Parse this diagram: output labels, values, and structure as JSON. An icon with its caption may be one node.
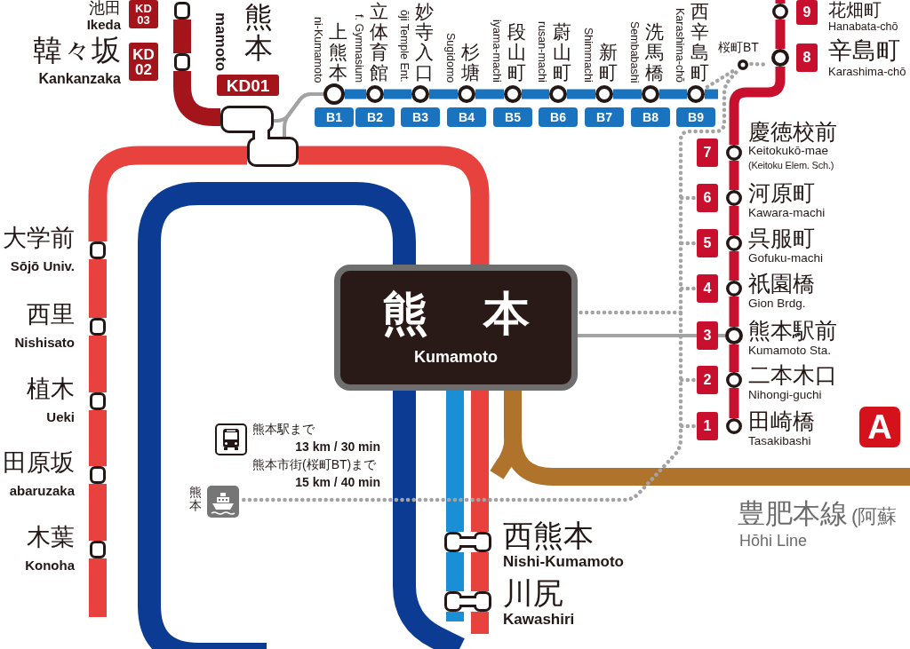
{
  "diagram": {
    "nodes": [
      {
        "text": [],
        "shape": "box",
        "beside": [
          "池田",
          "Ikeda"
        ]
      },
      {
        "text": [
          "KD 03"
        ]
      },
      {
        "text": [],
        "shape": "box",
        "beside": [
          "韓々坂",
          "Kankanzaka"
        ]
      },
      {
        "text": [
          "KD 02"
        ]
      },
      {
        "text": [],
        "shape": "box"
      },
      {
        "text": [
          "KD01"
        ],
        "beside": [
          "熊本",
          "mamoto"
        ]
      },
      {
        "text": [],
        "shape": "box"
      },
      {
        "text": [],
        "shape": "circle",
        "beside": [
          "上熊本",
          "ni-Kumamoto"
        ]
      },
      {
        "text": [
          "B1"
        ]
      },
      {
        "text": [],
        "shape": "circle",
        "beside": [
          "立体育館",
          "f. Gymnasium"
        ]
      },
      {
        "text": [
          "B2"
        ]
      },
      {
        "text": [],
        "shape": "circle",
        "beside": [
          "妙寺入口",
          "ōji Temple Ent."
        ]
      },
      {
        "text": [
          "B3"
        ]
      },
      {
        "text": [],
        "shape": "circle",
        "beside": [
          "杉塘",
          "Sugidomo"
        ]
      },
      {
        "text": [
          "B4"
        ]
      },
      {
        "text": [],
        "shape": "circle",
        "beside": [
          "段山町",
          "iyama-machi"
        ]
      },
      {
        "text": [
          "B5"
        ]
      },
      {
        "text": [],
        "shape": "circle",
        "beside": [
          "蔚山町",
          "rusan-machi"
        ]
      },
      {
        "text": [
          "B6"
        ]
      },
      {
        "text": [],
        "shape": "circle",
        "beside": [
          "新町",
          "Shimmachi"
        ]
      },
      {
        "text": [
          "B7"
        ]
      },
      {
        "text": [],
        "shape": "circle",
        "beside": [
          "洗馬橋",
          "Sembabashi"
        ]
      },
      {
        "text": [
          "B8"
        ]
      },
      {
        "text": [],
        "shape": "circle",
        "beside": [
          "西辛島町",
          "Karashima-chō"
        ]
      },
      {
        "text": [
          "B9"
        ]
      },
      {
        "text": [],
        "shape": "circle",
        "beside": [
          "花畑町",
          "Hanabata-chō"
        ]
      },
      {
        "text": [
          "9"
        ]
      },
      {
        "text": [],
        "shape": "circle",
        "beside": [
          "桜町BT"
        ]
      },
      {
        "text": [],
        "shape": "circle",
        "beside": [
          "辛島町",
          "Karashima-chō"
        ]
      },
      {
        "text": [
          "8"
        ]
      },
      {
        "text": [],
        "shape": "circle",
        "beside": [
          "慶徳校前",
          "Keitokukō-mae",
          "(Keitoku Elem. Sch.)"
        ]
      },
      {
        "text": [
          "7"
        ]
      },
      {
        "text": [],
        "shape": "circle",
        "beside": [
          "河原町",
          "Kawara-machi"
        ]
      },
      {
        "text": [
          "6"
        ]
      },
      {
        "text": [],
        "shape": "circle",
        "beside": [
          "呉服町",
          "Gofuku-machi"
        ]
      },
      {
        "text": [
          "5"
        ]
      },
      {
        "text": [],
        "shape": "circle",
        "beside": [
          "祇園橋",
          "Gion Brdg."
        ]
      },
      {
        "text": [
          "4"
        ]
      },
      {
        "text": [],
        "shape": "circle",
        "beside": [
          "熊本駅前",
          "Kumamoto Sta."
        ]
      },
      {
        "text": [
          "3"
        ]
      },
      {
        "text": [],
        "shape": "circle",
        "beside": [
          "二本木口",
          "Nihongi-guchi"
        ]
      },
      {
        "text": [
          "2"
        ]
      },
      {
        "text": [],
        "shape": "circle",
        "beside": [
          "田崎橋",
          "Tasakibashi"
        ]
      },
      {
        "text": [
          "1"
        ]
      },
      {
        "text": [
          "A"
        ]
      },
      {
        "text": [],
        "shape": "box",
        "beside": [
          "大学前",
          "Sōjō Univ."
        ]
      },
      {
        "text": [],
        "shape": "box",
        "beside": [
          "西里",
          "Nishisato"
        ]
      },
      {
        "text": [],
        "shape": "box",
        "beside": [
          "植木",
          "Ueki"
        ]
      },
      {
        "text": [],
        "shape": "box",
        "beside": [
          "田原坂",
          "abaruzaka"
        ]
      },
      {
        "text": [],
        "shape": "box",
        "beside": [
          "木葉",
          "Konoha"
        ]
      },
      {
        "text": [
          "熊本",
          "Kumamoto"
        ]
      },
      {
        "text": [],
        "shape": "box",
        "beside": [
          "西熊本",
          "Nishi-Kumamoto"
        ]
      },
      {
        "text": [],
        "shape": "box",
        "beside": [
          "川尻",
          "Kawashiri"
        ]
      },
      {
        "text": [],
        "shape": "picture",
        "beside": [
          "熊本"
        ]
      }
    ],
    "edges": [
      {
        "from": 0,
        "to": 2,
        "arrow": "none",
        "style": "thick",
        "color": "#a3141b"
      },
      {
        "from": 2,
        "to": 4,
        "arrow": "none",
        "style": "thick",
        "color": "#a3141b"
      },
      {
        "from": null,
        "to": 49,
        "arrow": "none",
        "style": "thick",
        "color": "#e8423e"
      },
      {
        "from": 49,
        "to": 48,
        "arrow": "none",
        "style": "thick",
        "color": "#e8423e"
      },
      {
        "from": 48,
        "to": 47,
        "arrow": "none",
        "style": "thick",
        "color": "#e8423e"
      },
      {
        "from": 47,
        "to": 46,
        "arrow": "none",
        "style": "thick",
        "color": "#e8423e"
      },
      {
        "from": 46,
        "to": 45,
        "arrow": "none",
        "style": "thick",
        "color": "#e8423e"
      },
      {
        "from": 45,
        "to": 6,
        "arrow": "none",
        "style": "thick",
        "color": "#e8423e"
      },
      {
        "from": 6,
        "to": 50,
        "arrow": "none",
        "style": "thick",
        "color": "#e8423e"
      },
      {
        "from": 50,
        "to": 51,
        "arrow": "none",
        "style": "thick",
        "color": "#e8423e"
      },
      {
        "from": 51,
        "to": 52,
        "arrow": "none",
        "style": "thick",
        "color": "#e8423e"
      },
      {
        "from": 52,
        "to": null,
        "arrow": "none",
        "style": "thick",
        "color": "#e8423e"
      },
      {
        "from": 50,
        "to": 51,
        "arrow": "none",
        "style": "thick",
        "color": "#1b8fd5"
      },
      {
        "from": 51,
        "to": 52,
        "arrow": "none",
        "style": "thick",
        "color": "#1b8fd5"
      },
      {
        "from": 52,
        "to": null,
        "arrow": "none",
        "style": "thick",
        "color": "#1b8fd5"
      },
      {
        "from": null,
        "to": 50,
        "arrow": "none",
        "style": "thick",
        "color": "#0b3b92"
      },
      {
        "from": 50,
        "to": null,
        "arrow": "none",
        "style": "thick",
        "color": "#0b3b92"
      },
      {
        "from": 50,
        "to": null,
        "arrow": "none",
        "style": "thick",
        "color": "#b0732b"
      },
      {
        "from": 4,
        "to": 7,
        "arrow": "none"
      },
      {
        "from": 6,
        "to": 7,
        "arrow": "none"
      },
      {
        "from": 50,
        "to": 39,
        "arrow": "none"
      },
      {
        "from": 7,
        "to": 9,
        "arrow": "none",
        "color": "#1a73be"
      },
      {
        "from": 9,
        "to": 11,
        "arrow": "none",
        "color": "#1a73be"
      },
      {
        "from": 11,
        "to": 13,
        "arrow": "none",
        "color": "#1a73be"
      },
      {
        "from": 13,
        "to": 15,
        "arrow": "none",
        "color": "#1a73be"
      },
      {
        "from": 15,
        "to": 17,
        "arrow": "none",
        "color": "#1a73be"
      },
      {
        "from": 17,
        "to": 19,
        "arrow": "none",
        "color": "#1a73be"
      },
      {
        "from": 19,
        "to": 21,
        "arrow": "none",
        "color": "#1a73be"
      },
      {
        "from": 21,
        "to": 23,
        "arrow": "none",
        "color": "#1a73be"
      },
      {
        "from": 23,
        "to": null,
        "arrow": "none",
        "color": "#1a73be"
      },
      {
        "from": null,
        "to": 25,
        "arrow": "none",
        "color": "#c8102e"
      },
      {
        "from": 25,
        "to": 28,
        "arrow": "none",
        "color": "#c8102e"
      },
      {
        "from": 28,
        "to": 30,
        "arrow": "none",
        "color": "#c8102e"
      },
      {
        "from": 30,
        "to": 32,
        "arrow": "none",
        "color": "#c8102e"
      },
      {
        "from": 32,
        "to": 34,
        "arrow": "none",
        "color": "#c8102e"
      },
      {
        "from": 34,
        "to": 36,
        "arrow": "none",
        "color": "#c8102e"
      },
      {
        "from": 36,
        "to": 38,
        "arrow": "none",
        "color": "#c8102e"
      },
      {
        "from": 38,
        "to": 40,
        "arrow": "none",
        "color": "#c8102e"
      },
      {
        "from": 40,
        "to": 42,
        "arrow": "none",
        "color": "#c8102e"
      },
      {
        "from": 23,
        "to": 27,
        "arrow": "none",
        "style": "dashed"
      },
      {
        "from": 27,
        "to": 28,
        "arrow": "none",
        "style": "dashed"
      },
      {
        "from": 27,
        "to": 53,
        "arrow": "none",
        "style": "dashed"
      },
      {
        "from": 50,
        "to": null,
        "arrow": "none",
        "style": "dashed"
      },
      {
        "from": 33,
        "to": null,
        "arrow": "none",
        "style": "dashed"
      },
      {
        "from": 35,
        "to": null,
        "arrow": "none",
        "style": "dashed"
      },
      {
        "from": 37,
        "to": null,
        "arrow": "none",
        "style": "dashed"
      },
      {
        "from": 41,
        "to": null,
        "arrow": "none",
        "style": "dashed"
      },
      {
        "from": 43,
        "to": null,
        "arrow": "none",
        "style": "dashed"
      },
      {
        "from": 39,
        "to": 38,
        "arrow": "none"
      }
    ],
    "labels": [
      "熊本駅まで",
      "13 km / 30 min",
      "熊本市街(桜町BT)まで",
      "15 km / 40 min",
      "豊肥本線",
      "(阿蘇",
      "Hōhi Line"
    ]
  }
}
